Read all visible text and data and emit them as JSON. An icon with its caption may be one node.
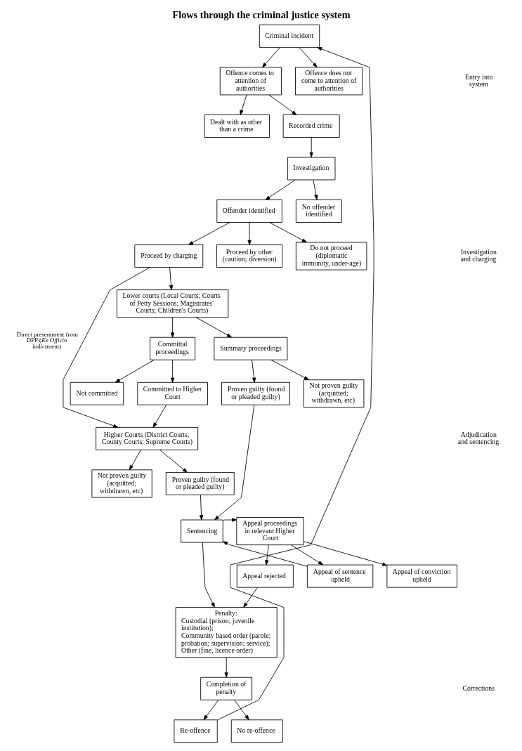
{
  "diagram": {
    "title": "Flows through the criminal justice system",
    "nodes": [
      {
        "text": [
          "Criminal incident"
        ]
      },
      {
        "text": [
          "Offence comes to attention of authorities"
        ]
      },
      {
        "text": [
          "Offence does not come to attention of authorities"
        ]
      },
      {
        "text": [
          "Dealt with as other than a crime"
        ]
      },
      {
        "text": [
          "Recorded crime"
        ]
      },
      {
        "text": [
          "Investigation"
        ]
      },
      {
        "text": [
          "Offender identified"
        ]
      },
      {
        "text": [
          "No offender identified"
        ]
      },
      {
        "text": [
          "Proceed by charging"
        ]
      },
      {
        "text": [
          "Proceed by other (caution; diversion)"
        ]
      },
      {
        "text": [
          "Do not proceed (diplomatic immunity, under-age)"
        ]
      },
      {
        "text": [
          "Lower courts (Local Courts; Courts of Petty Sessions; Magistrates' Courts; Children's Courts)"
        ]
      },
      {
        "text": [
          "Committal proceedings"
        ]
      },
      {
        "text": [
          "Summary proceedings"
        ]
      },
      {
        "text": [
          "Not committed"
        ]
      },
      {
        "text": [
          "Committed to Higher Court"
        ]
      },
      {
        "text": [
          "Proven guilty (found or pleaded guilty)"
        ]
      },
      {
        "text": [
          "Not proven guilty (acquitted; withdrawn, etc)"
        ]
      },
      {
        "text": [
          "Higher Courts (District Courts; County Courts; Supreme Courts)"
        ]
      },
      {
        "text": [
          "Not proven guilty (acquitted; withdrawn, etc)"
        ]
      },
      {
        "text": [
          "Proven guilty (found or pleaded guilty)"
        ]
      },
      {
        "text": [
          "Sentencing"
        ]
      },
      {
        "text": [
          "Appeal proceedings in relevant Higher Court"
        ]
      },
      {
        "text": [
          "Appeal rejected"
        ]
      },
      {
        "text": [
          "Appeal of sentence upheld"
        ]
      },
      {
        "text": [
          "Appeal of conviction upheld"
        ]
      },
      {
        "text": [
          "Penalty:",
          "Custodial (prison; juvenile institution);",
          "Community based order (parole; probation; supervision; service);",
          "Other (fine, licence order)"
        ]
      },
      {
        "text": [
          "Completion of penalty"
        ]
      },
      {
        "text": [
          "Re-offence"
        ]
      },
      {
        "text": [
          "No re-offence"
        ]
      }
    ],
    "edges": [
      {
        "from": 0,
        "to": 1,
        "arrow": "to"
      },
      {
        "from": 0,
        "to": 2,
        "arrow": "to"
      },
      {
        "from": 1,
        "to": 3,
        "arrow": "to"
      },
      {
        "from": 1,
        "to": 4,
        "arrow": "to"
      },
      {
        "from": 4,
        "to": 5,
        "arrow": "to"
      },
      {
        "from": 5,
        "to": 6,
        "arrow": "to"
      },
      {
        "from": 5,
        "to": 7,
        "arrow": "to"
      },
      {
        "from": 6,
        "to": 8,
        "arrow": "to"
      },
      {
        "from": 6,
        "to": 9,
        "arrow": "to"
      },
      {
        "from": 6,
        "to": 10,
        "arrow": "to"
      },
      {
        "from": 8,
        "to": 11,
        "arrow": "to"
      },
      {
        "from": 8,
        "to": 18,
        "arrow": "to",
        "label": "Direct presentment from DPP (*Ex Officio* indictment)"
      },
      {
        "from": 11,
        "to": 12,
        "arrow": "to"
      },
      {
        "from": 11,
        "to": 13,
        "arrow": "to"
      },
      {
        "from": 12,
        "to": 14,
        "arrow": "to"
      },
      {
        "from": 12,
        "to": 15,
        "arrow": "to"
      },
      {
        "from": 15,
        "to": 18,
        "arrow": "to"
      },
      {
        "from": 13,
        "to": 16,
        "arrow": "to"
      },
      {
        "from": 13,
        "to": 17,
        "arrow": "to"
      },
      {
        "from": 18,
        "to": 19,
        "arrow": "to"
      },
      {
        "from": 18,
        "to": 20,
        "arrow": "to"
      },
      {
        "from": 16,
        "to": 21,
        "arrow": "to"
      },
      {
        "from": 20,
        "to": 21,
        "arrow": "to"
      },
      {
        "from": 21,
        "to": 22,
        "arrow": "to"
      },
      {
        "from": 22,
        "to": 23,
        "arrow": "to"
      },
      {
        "from": 22,
        "to": 24,
        "arrow": "to"
      },
      {
        "from": 22,
        "to": 25,
        "arrow": "to"
      },
      {
        "from": 24,
        "to": 21,
        "arrow": "to"
      },
      {
        "from": 23,
        "to": 26,
        "arrow": "to"
      },
      {
        "from": 21,
        "to": 26,
        "arrow": "to"
      },
      {
        "from": 26,
        "to": 27,
        "arrow": "to"
      },
      {
        "from": 27,
        "to": 28,
        "arrow": "to"
      },
      {
        "from": 27,
        "to": 29,
        "arrow": "to"
      },
      {
        "from": 28,
        "to": 0,
        "arrow": "to"
      }
    ],
    "labels": [
      "Entry into system",
      "Investigation and charging",
      "Adjudication and sentencing",
      "Corrections"
    ]
  }
}
